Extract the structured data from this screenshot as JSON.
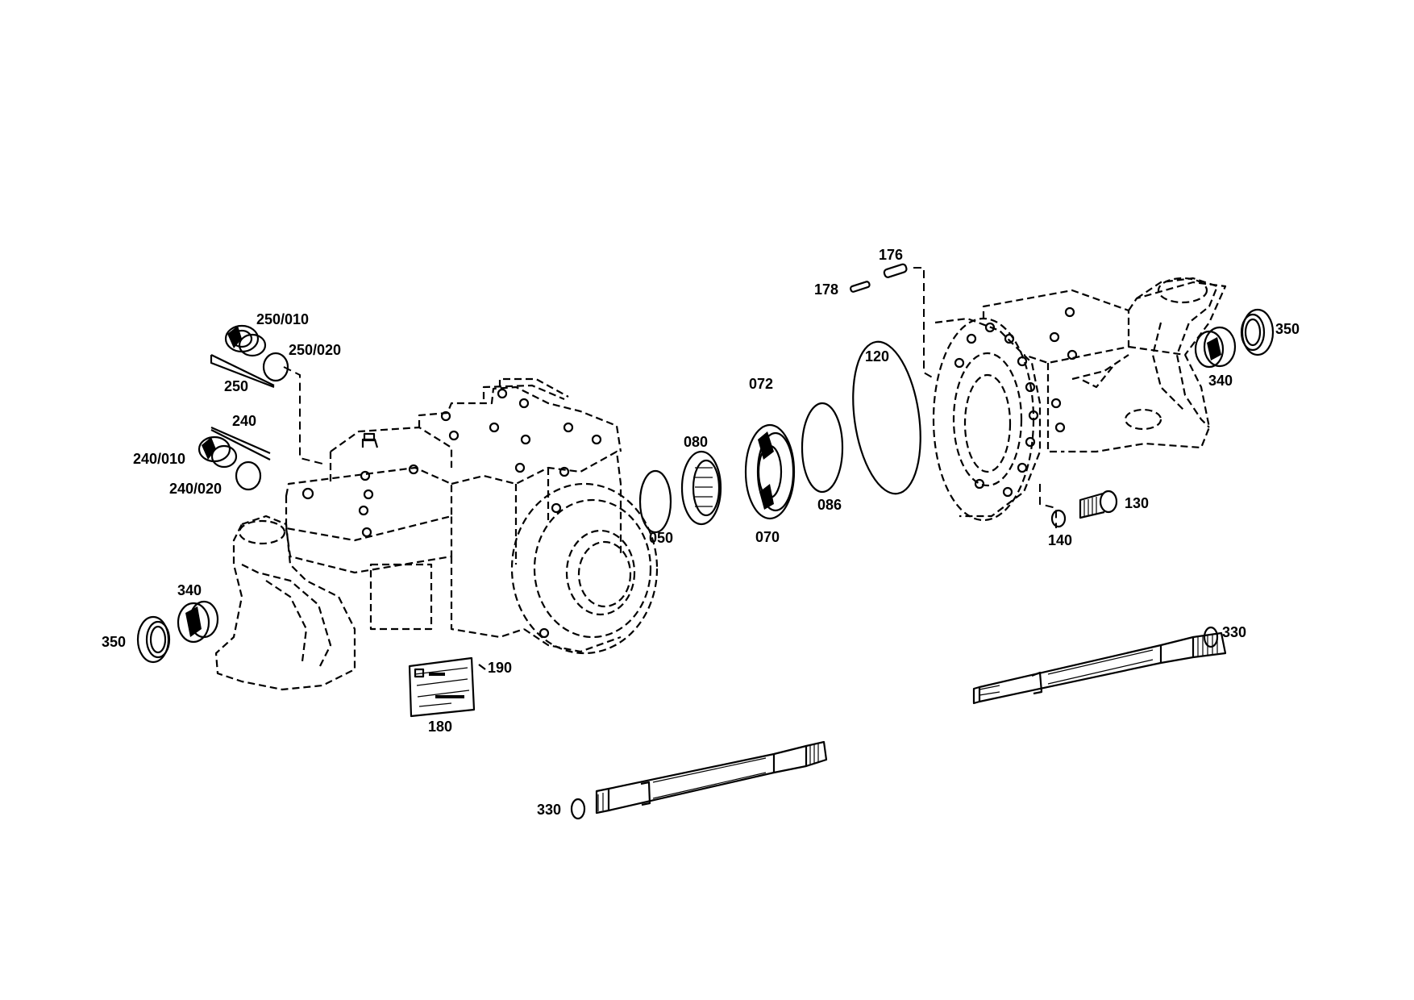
{
  "diagram": {
    "labels": {
      "l_250_010": "250/010",
      "l_250_020": "250/020",
      "l_250": "250",
      "l_240": "240",
      "l_240_010": "240/010",
      "l_240_020": "240/020",
      "l_340_left": "340",
      "l_350_left": "350",
      "l_190": "190",
      "l_180": "180",
      "l_050": "050",
      "l_080": "080",
      "l_072": "072",
      "l_070": "070",
      "l_086": "086",
      "l_120": "120",
      "l_176": "176",
      "l_178": "178",
      "l_130": "130",
      "l_140": "140",
      "l_340_right": "340",
      "l_350_right": "350",
      "l_330_right": "330",
      "l_330_bottom": "330"
    }
  }
}
